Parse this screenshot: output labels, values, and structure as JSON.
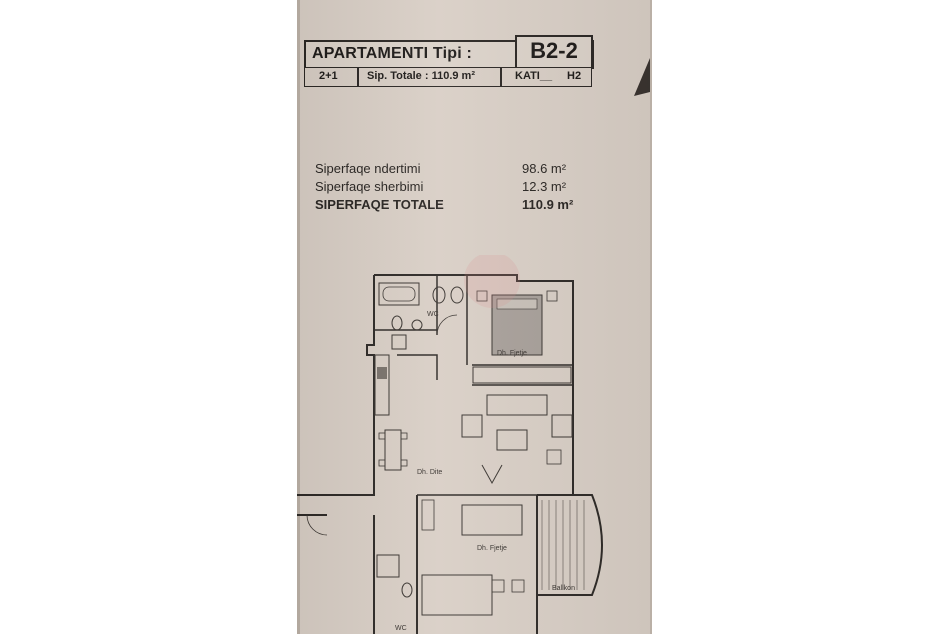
{
  "header": {
    "title": "APARTAMENTI Tipi :",
    "code": "B2-2",
    "rooms": "2+1",
    "total_area": "Sip. Totale : 110.9 m²",
    "floor_label": "KATI__",
    "floor_code": "H2"
  },
  "areas": [
    {
      "label": "Siperfaqe ndertimi",
      "value": "98.6 m²",
      "bold": false
    },
    {
      "label": "Siperfaqe sherbimi",
      "value": "12.3 m²",
      "bold": false
    },
    {
      "label": "SIPERFAQE TOTALE",
      "value": "110.9 m²",
      "bold": true
    }
  ],
  "plan": {
    "wc_top": "WC",
    "bedroom_top": "Dh. Fjetje",
    "living": "Dh. Dite",
    "bedroom_bottom": "Dh. Fjetje",
    "balcony": "Ballkon",
    "wc_bottom": "WC"
  }
}
